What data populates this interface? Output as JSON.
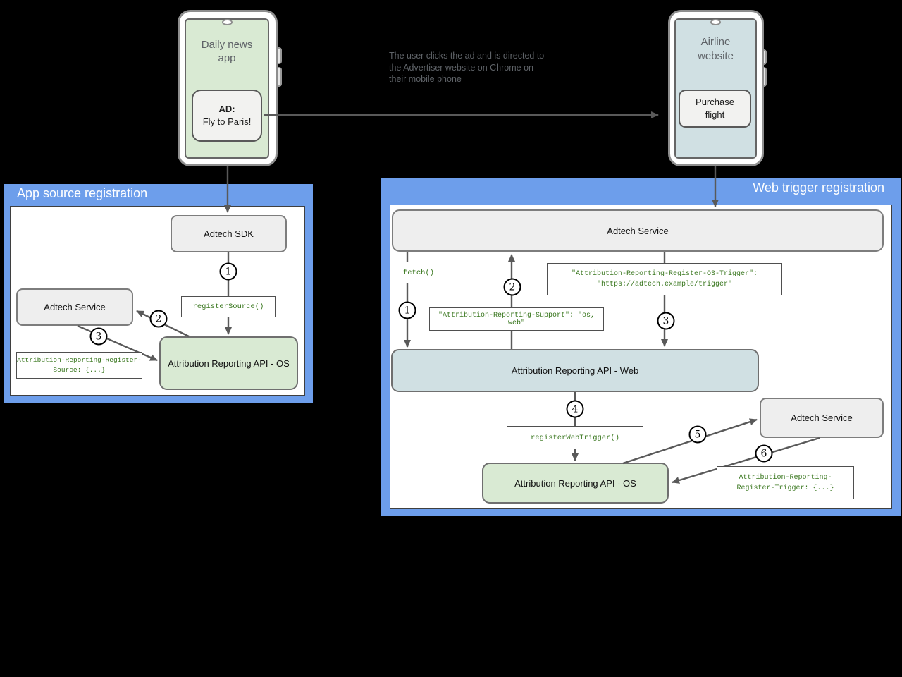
{
  "colors": {
    "panel_blue": "#6d9eeb",
    "light_green": "#d9ead3",
    "light_blue": "#d0e0e3",
    "box_gray": "#eeeeee",
    "code_green": "#38761d",
    "arrow_gray": "#595959",
    "background": "#000000"
  },
  "phones": {
    "left": {
      "title": "Daily news\napp",
      "ad_label": "AD:",
      "ad_text": "Fly to Paris!"
    },
    "right": {
      "title": "Airline\nwebsite",
      "button_text": "Purchase\nflight"
    }
  },
  "annotation": "The user clicks the ad and is directed to\nthe Advertiser website on Chrome on\ntheir mobile phone",
  "app_source_panel": {
    "title": "App source registration",
    "adtech_sdk": "Adtech SDK",
    "adtech_service": "Adtech Service",
    "register_source_call": "registerSource()",
    "api_os": "Attribution Reporting API - OS",
    "register_source_header": "Attribution-Reporting-Register-\nSource: {...}",
    "steps": [
      "1",
      "2",
      "3"
    ]
  },
  "web_trigger_panel": {
    "title": "Web trigger registration",
    "adtech_service_top": "Adtech Service",
    "fetch_call": "fetch()",
    "os_trigger_header": "\"Attribution-Reporting-Register-OS-Trigger\":\n\"https://adtech.example/trigger\"",
    "support_header": "\"Attribution-Reporting-Support\": \"os, web\"",
    "api_web": "Attribution Reporting API - Web",
    "register_web_trigger_call": "registerWebTrigger()",
    "api_os": "Attribution Reporting API - OS",
    "adtech_service_right": "Adtech Service",
    "register_trigger_header": "Attribution-Reporting-\nRegister-Trigger: {...}",
    "steps": [
      "1",
      "2",
      "3",
      "4",
      "5",
      "6"
    ]
  }
}
